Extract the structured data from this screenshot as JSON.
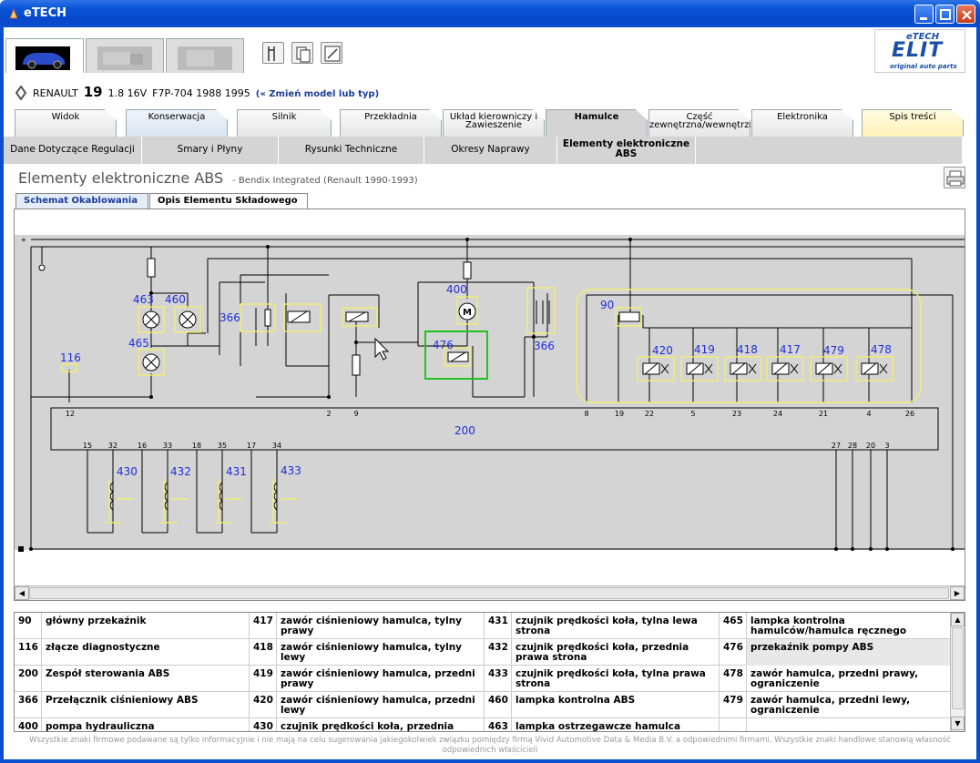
{
  "window": {
    "title": "eTECH"
  },
  "logo": {
    "line1": "eTECH",
    "line2": "ELIT",
    "line3": "original auto parts"
  },
  "model": {
    "brand": "RENAULT",
    "number": "19",
    "variant": "1.8 16V",
    "engine": "F7P-704 1988 1995",
    "change_link": "(« Zmień model lub typ)"
  },
  "main_tabs": [
    {
      "label": "Widok"
    },
    {
      "label": "Konserwacja"
    },
    {
      "label": "Silnik"
    },
    {
      "label": "Przekładnia"
    },
    {
      "label": "Układ kierowniczy i Zawieszenie"
    },
    {
      "label": "Hamulce"
    },
    {
      "label": "Część zewnętrzna/wewnętrzna"
    },
    {
      "label": "Elektronika"
    },
    {
      "label": "Spis treści"
    }
  ],
  "sub_tabs": [
    {
      "label": "Dane Dotyczące Regulacji"
    },
    {
      "label": "Smary i Płyny"
    },
    {
      "label": "Rysunki Techniczne"
    },
    {
      "label": "Okresy Naprawy"
    },
    {
      "label": "Elementy elektroniczne ABS"
    }
  ],
  "section": {
    "title": "Elementy elektroniczne ABS",
    "subtitle": "- Bendix Integrated (Renault 1990-1993)"
  },
  "diagram_tabs": [
    {
      "label": "Schemat Okablowania"
    },
    {
      "label": "Opis Elementu Składowego"
    }
  ],
  "diagram": {
    "labels": {
      "l463": "463",
      "l460": "460",
      "l465": "465",
      "l366a": "366",
      "l116": "116",
      "l400": "400",
      "l476": "476",
      "l366b": "366",
      "l90": "90",
      "l200": "200",
      "l420": "420",
      "l419": "419",
      "l418": "418",
      "l417": "417",
      "l479": "479",
      "l478": "478",
      "l430": "430",
      "l432": "432",
      "l431": "431",
      "l433": "433"
    },
    "pins": {
      "p12": "12",
      "p2": "2",
      "p9": "9",
      "p8": "8",
      "p19": "19",
      "p22": "22",
      "p5": "5",
      "p23": "23",
      "p24": "24",
      "p21": "21",
      "p4": "4",
      "p26": "26",
      "p15": "15",
      "p32": "32",
      "p16": "16",
      "p33": "33",
      "p18": "18",
      "p35": "35",
      "p17": "17",
      "p34": "34",
      "p27": "27",
      "p28": "28",
      "p20": "20",
      "p3": "3"
    },
    "motor_label": "M",
    "plus_label": "+"
  },
  "components": {
    "rows": [
      [
        {
          "code": "90",
          "desc": "główny przekaźnik"
        },
        {
          "code": "417",
          "desc": "zawór ciśnieniowy hamulca, tylny prawy"
        },
        {
          "code": "431",
          "desc": "czujnik prędkości koła, tylna lewa strona"
        },
        {
          "code": "465",
          "desc": "lampka kontrolna hamulców/hamulca ręcznego"
        }
      ],
      [
        {
          "code": "116",
          "desc": "złącze diagnostyczne"
        },
        {
          "code": "418",
          "desc": "zawór ciśnieniowy hamulca, tylny lewy"
        },
        {
          "code": "432",
          "desc": "czujnik prędkości koła, przednia prawa strona"
        },
        {
          "code": "476",
          "desc": "przekaźnik pompy ABS"
        }
      ],
      [
        {
          "code": "200",
          "desc": "Zespół sterowania ABS"
        },
        {
          "code": "419",
          "desc": "zawór ciśnieniowy hamulca, przedni prawy"
        },
        {
          "code": "433",
          "desc": "czujnik prędkości koła, tylna prawa strona"
        },
        {
          "code": "478",
          "desc": "zawór hamulca, przedni prawy, ograniczenie"
        }
      ],
      [
        {
          "code": "366",
          "desc": "Przełącznik ciśnieniowy ABS"
        },
        {
          "code": "420",
          "desc": "zawór ciśnieniowy hamulca, przedni lewy"
        },
        {
          "code": "460",
          "desc": "lampka kontrolna ABS"
        },
        {
          "code": "479",
          "desc": "zawór hamulca, przedni lewy, ograniczenie"
        }
      ],
      [
        {
          "code": "400",
          "desc": "pompa hydrauliczna"
        },
        {
          "code": "430",
          "desc": "czujnik prędkości koła, przednia lewa"
        },
        {
          "code": "463",
          "desc": "lampka ostrzegawcze hamulca"
        },
        {
          "code": "",
          "desc": ""
        }
      ]
    ]
  },
  "footer": {
    "text": "Wszystkie znaki firmowe podawane są tylko informacyjnie i nie mają na celu sugerowania jakiegokolwiek związku pomiędzy firmą Vivid Automotive Data & Media B.V. a odpowiednimi firmami. Wszystkie znaki handlowe stanowią własność odpowiednich właścicieli"
  },
  "colors": {
    "title_bar": "#0a55d8",
    "diagram_bg": "#d4d4d4",
    "label_blue": "#1f2fd8",
    "highlight_green": "#22c022",
    "component_yellow": "#f2ee70"
  }
}
